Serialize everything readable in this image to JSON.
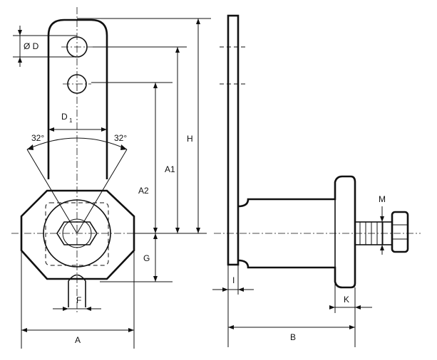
{
  "labels": {
    "diameter_d": "Ø D",
    "d1": "D",
    "d1_sub": "1",
    "angle_left": "32°",
    "angle_right": "32°",
    "h": "H",
    "a1": "A1",
    "a2": "A2",
    "g": "G",
    "f": "F",
    "a": "A",
    "m": "M",
    "i": "I",
    "k": "K",
    "b": "B"
  }
}
